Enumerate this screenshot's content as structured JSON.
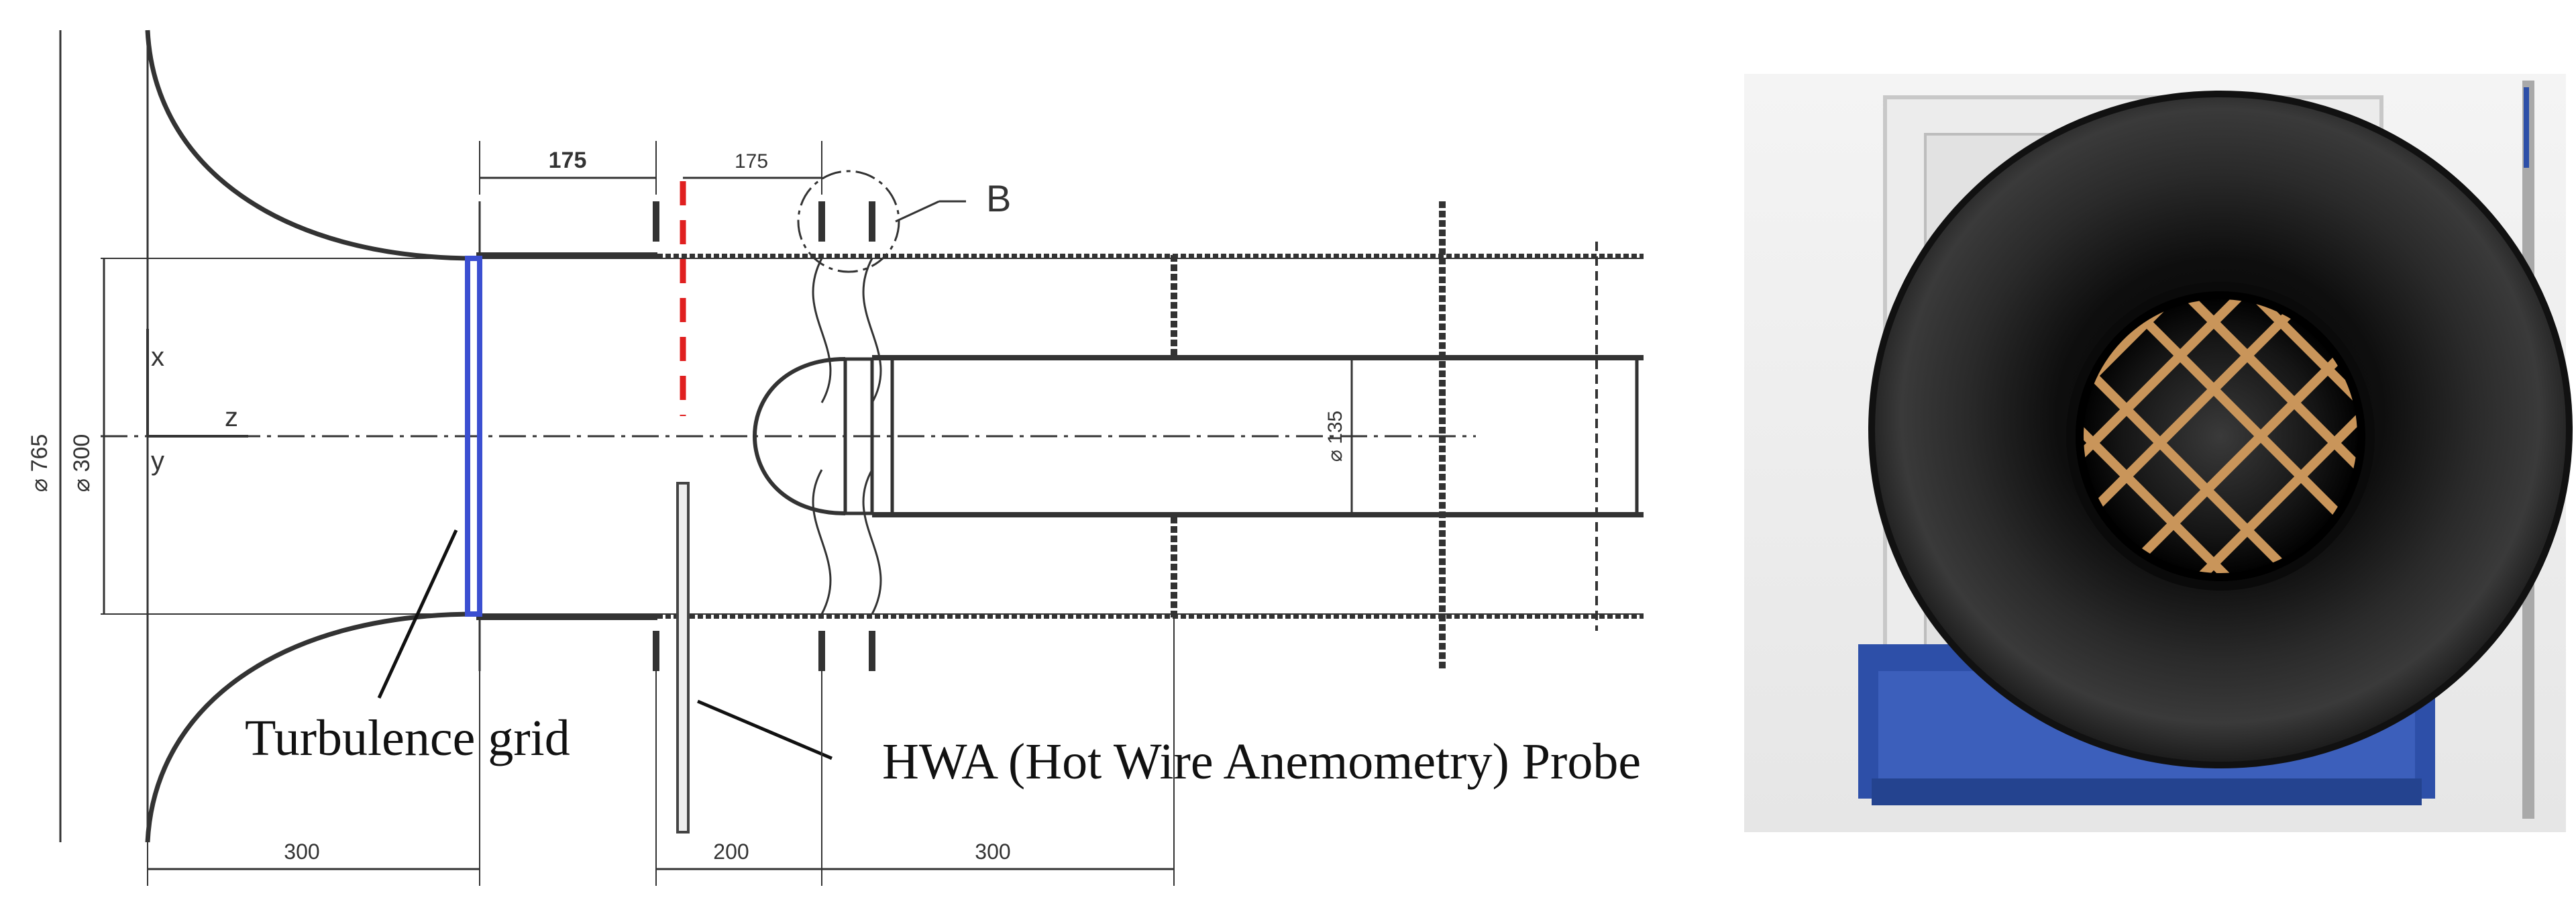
{
  "drawing": {
    "dimensions": {
      "outer_diameter": "⌀ 765",
      "inner_diameter": "⌀ 300",
      "grid_to_flange": "175",
      "flange_to_probe": "175",
      "nozzle_diameter": "⌀ 135",
      "inlet_length": "300",
      "probe_offset": "200",
      "nozzle_length": "300"
    },
    "axes": {
      "x": "x",
      "y": "y",
      "z": "z"
    },
    "detail_marker": "B",
    "labels": {
      "grid": "Turbulence grid",
      "probe": "HWA (Hot Wire Anemometry) Probe"
    },
    "colors": {
      "grid_line": "#3b4fd1",
      "probe_plane": "#e02020",
      "drawing_line": "#333333"
    }
  },
  "photo": {
    "subject": "bell-mouth-inlet-with-grid",
    "colors": {
      "bellmouth": "#1c1c1c",
      "grid": "#c9955a",
      "stand": "#2d4fa8"
    }
  }
}
